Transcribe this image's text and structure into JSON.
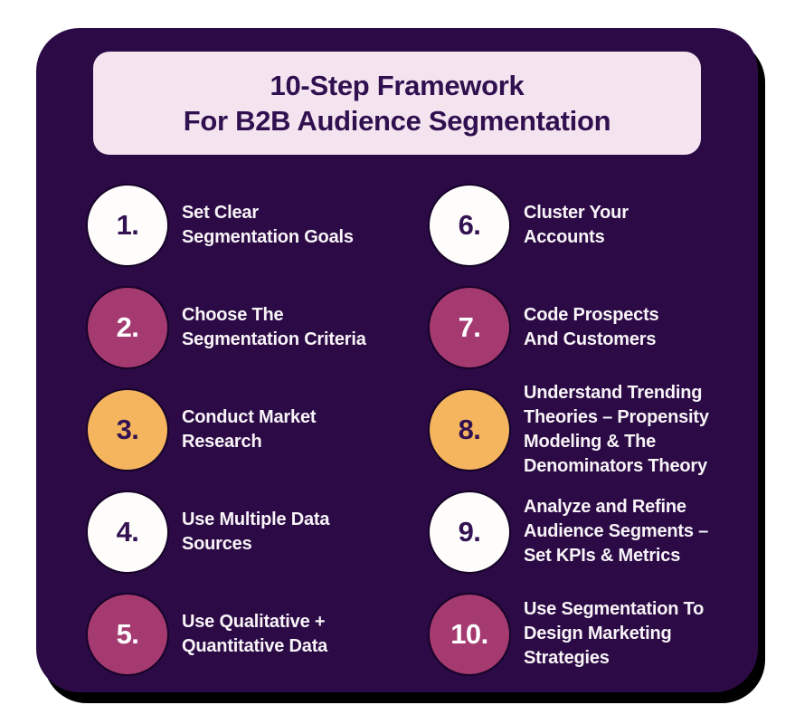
{
  "title": {
    "line1": "10-Step Framework",
    "line2": "For B2B Audience Segmentation"
  },
  "steps": [
    {
      "number": "1.",
      "variant": "white",
      "text": "Set Clear\nSegmentation Goals"
    },
    {
      "number": "2.",
      "variant": "magenta",
      "text": "Choose The\nSegmentation Criteria"
    },
    {
      "number": "3.",
      "variant": "orange",
      "text": "Conduct Market\nResearch"
    },
    {
      "number": "4.",
      "variant": "white",
      "text": "Use Multiple Data\nSources"
    },
    {
      "number": "5.",
      "variant": "magenta",
      "text": "Use Qualitative +\nQuantitative Data"
    },
    {
      "number": "6.",
      "variant": "white",
      "text": "Cluster Your\nAccounts"
    },
    {
      "number": "7.",
      "variant": "magenta",
      "text": "Code Prospects\nAnd Customers"
    },
    {
      "number": "8.",
      "variant": "orange",
      "text": "Understand Trending\nTheories – Propensity\nModeling & The\nDenominators Theory"
    },
    {
      "number": "9.",
      "variant": "white",
      "text": "Analyze and Refine\nAudience Segments –\nSet KPIs & Metrics"
    },
    {
      "number": "10.",
      "variant": "magenta",
      "text": "Use Segmentation To\nDesign Marketing\nStrategies"
    }
  ],
  "colors": {
    "card_bg": "#2b0a45",
    "shadow": "#000000",
    "title_bg": "#f4e4f0",
    "title_text": "#30104f",
    "circle_white": "#fffdfc",
    "magenta": "#a53a70",
    "orange": "#f5b55e",
    "num_dark": "#331253",
    "step_text": "#f8f4f7"
  }
}
